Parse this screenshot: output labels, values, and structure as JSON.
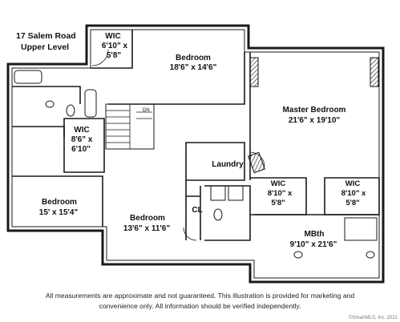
{
  "header": {
    "address": "17 Salem Road",
    "level": "Upper Level"
  },
  "rooms": {
    "wic_top": {
      "name": "WIC",
      "dim_a": "6'10\" x",
      "dim_b": "5'8\""
    },
    "bedroom_top": {
      "name": "Bedroom",
      "dim": "18'6\" x 14'6\""
    },
    "master": {
      "name": "Master Bedroom",
      "dim": "21'6\" x 19'10\""
    },
    "wic_left": {
      "name": "WIC",
      "dim_a": "8'6\" x",
      "dim_b": "6'10\""
    },
    "laundry": {
      "name": "Laundry"
    },
    "wic_mid": {
      "name": "WIC",
      "dim_a": "8'10\" x",
      "dim_b": "5'8\""
    },
    "wic_right": {
      "name": "WIC",
      "dim_a": "8'10\" x",
      "dim_b": "5'8\""
    },
    "bedroom_left": {
      "name": "Bedroom",
      "dim": "15' x 15'4\""
    },
    "closet": {
      "name": "CL"
    },
    "bedroom_mid": {
      "name": "Bedroom",
      "dim": "13'6\" x 11'6\""
    },
    "mbth": {
      "name": "MBth",
      "dim": "9'10\" x 21'6\""
    },
    "stair_label": "DN"
  },
  "disclaimer": {
    "line1": "All measurements are approximate and not guaranteed.  This illustration is provided for marketing and",
    "line2": "convenience only.  All information should be verified independently."
  },
  "watermark": "©SmartMLS, Inc. 2021"
}
